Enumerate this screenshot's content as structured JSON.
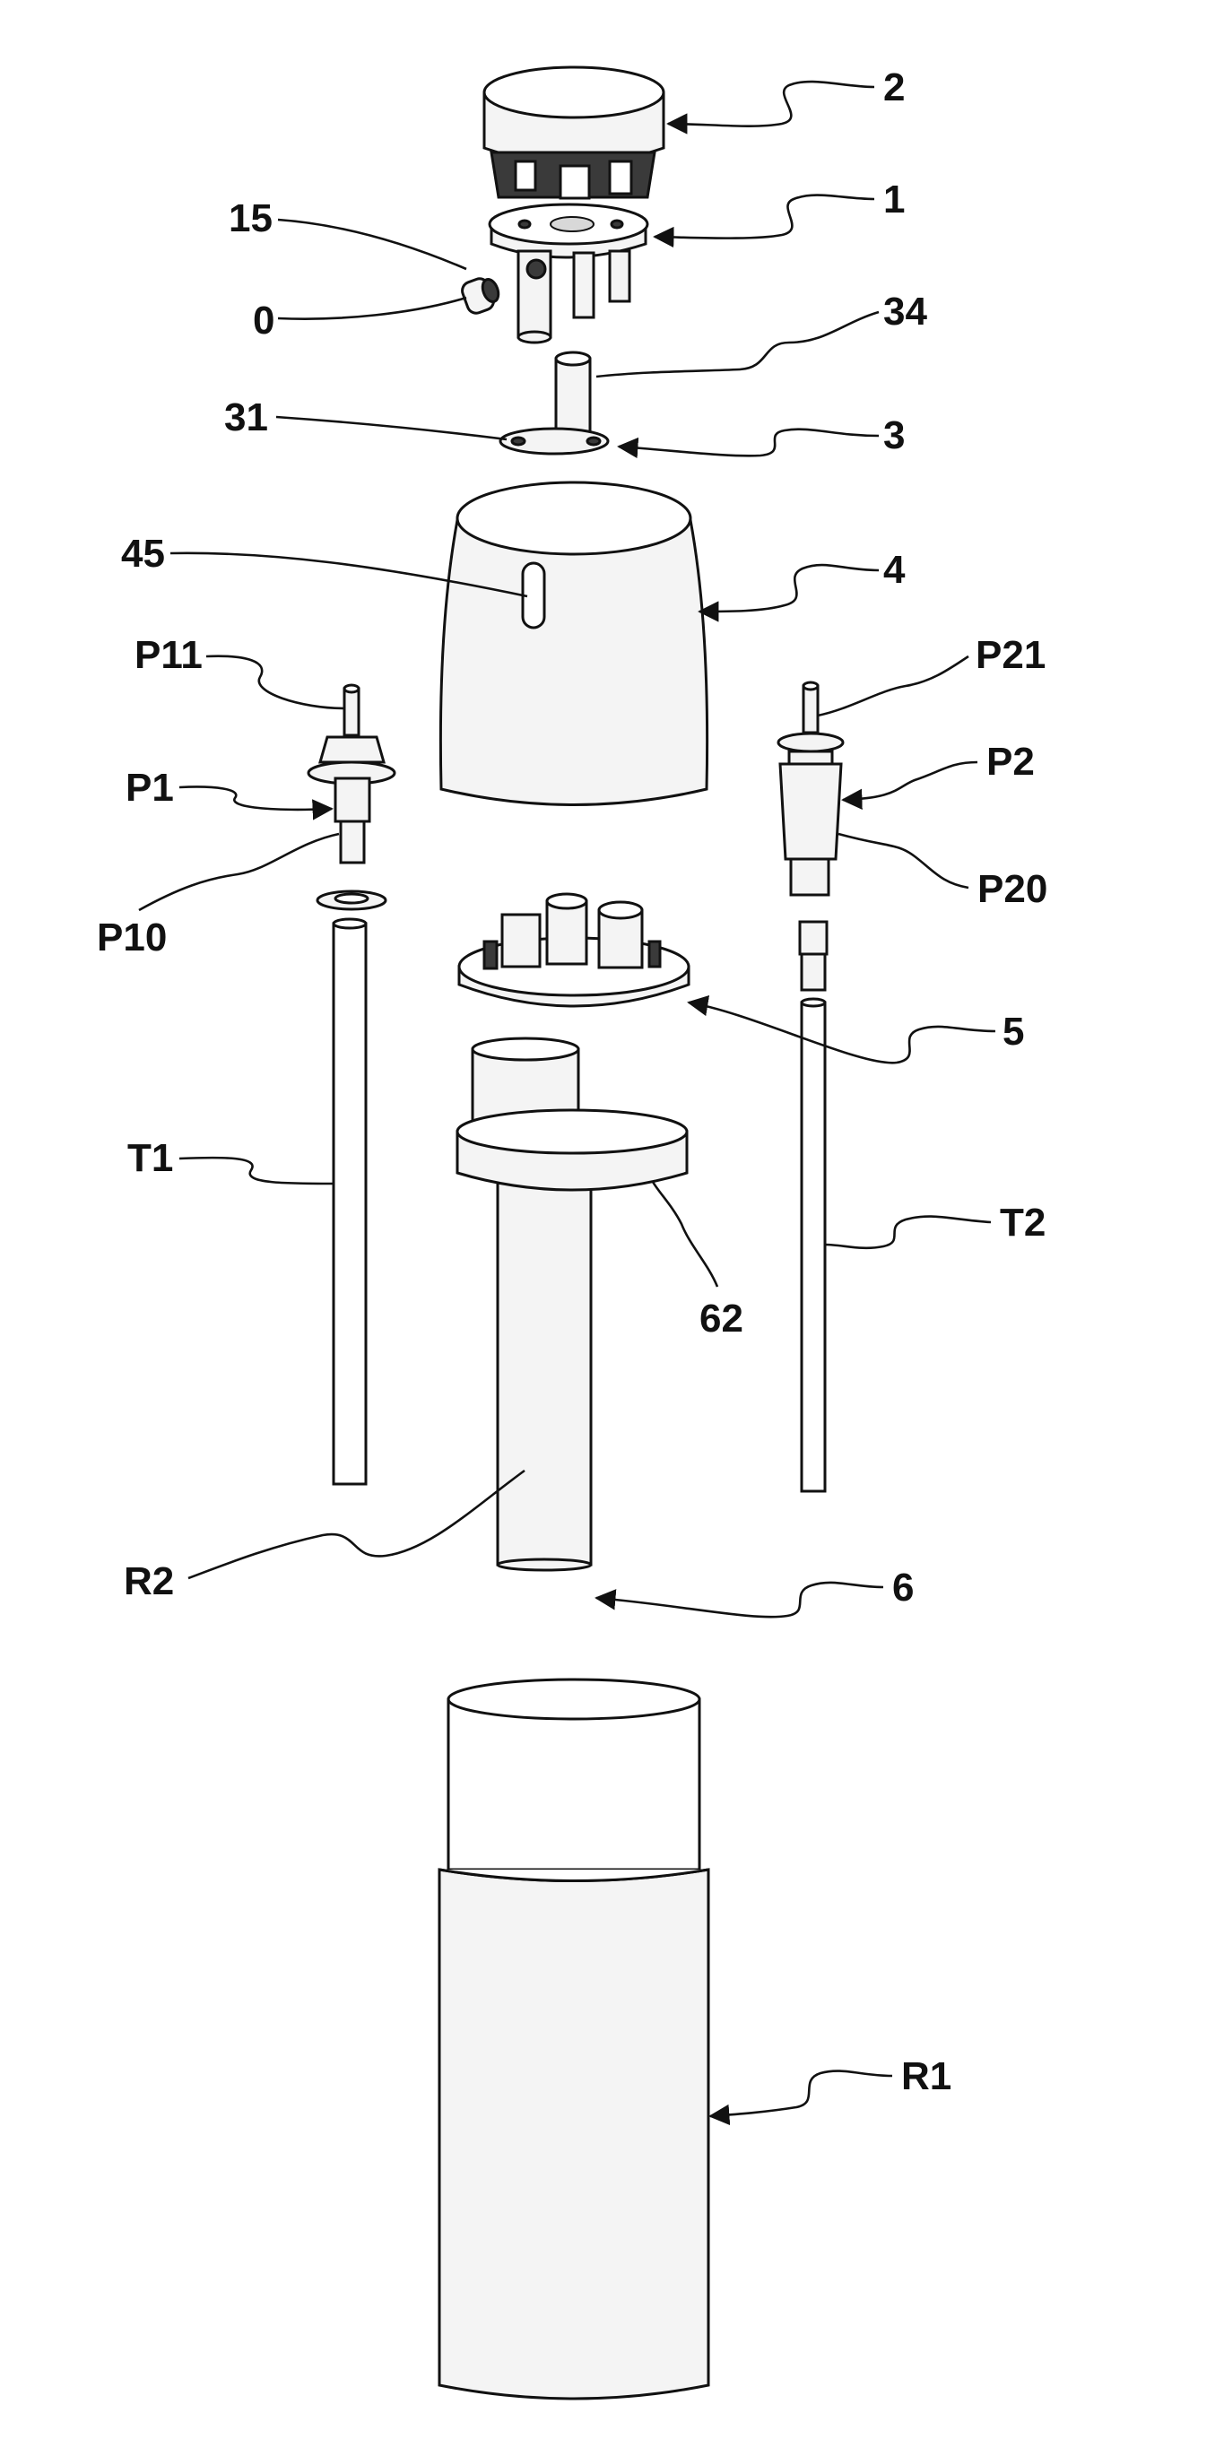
{
  "figure": {
    "labels": {
      "l2": "2",
      "l1": "1",
      "l15": "15",
      "l0": "0",
      "l34": "34",
      "l31": "31",
      "l3": "3",
      "l45": "45",
      "l4": "4",
      "lP11": "P11",
      "lP1": "P1",
      "lP10": "P10",
      "lP21": "P21",
      "lP2": "P2",
      "lP20": "P20",
      "l5": "5",
      "lT1": "T1",
      "lT2": "T2",
      "l62": "62",
      "lR2": "R2",
      "l6": "6",
      "lR1": "R1"
    }
  }
}
